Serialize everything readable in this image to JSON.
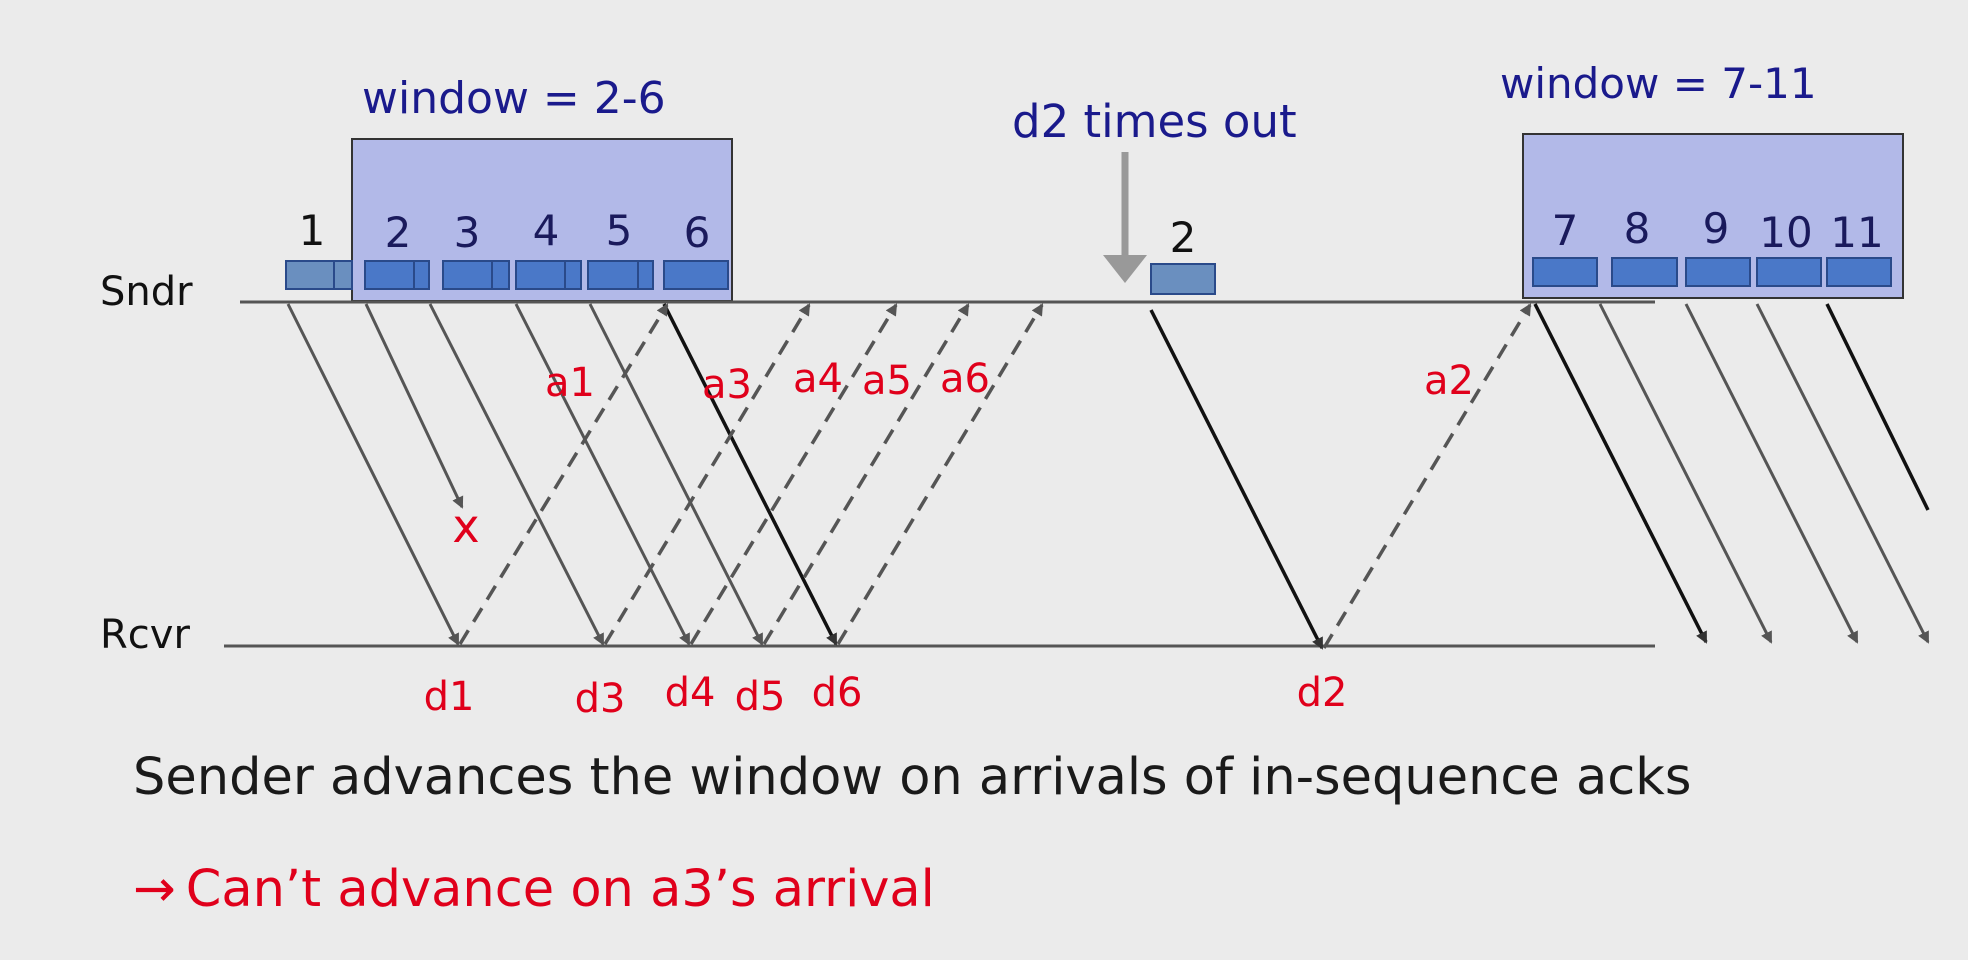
{
  "lanes": {
    "sender": "Sndr",
    "receiver": "Rcvr"
  },
  "windows": [
    {
      "label": "window = 2-6"
    },
    {
      "label": "window = 7-11"
    }
  ],
  "packets_first_window": [
    "1",
    "2",
    "3",
    "4",
    "5",
    "6"
  ],
  "retransmitted_packet": "2",
  "packets_second_window": [
    "7",
    "8",
    "9",
    "10",
    "11"
  ],
  "timeout_label": "d2 times out",
  "loss_marker": "x",
  "data_labels": [
    "d1",
    "d3",
    "d4",
    "d5",
    "d6",
    "d2"
  ],
  "ack_labels": [
    "a1",
    "a3",
    "a4",
    "a5",
    "a6",
    "a2"
  ],
  "caption": "Sender advances the window on arrivals of in-sequence acks",
  "note": {
    "arrow": "→",
    "text": "Can’t advance on a3’s arrival"
  },
  "colors": {
    "window_fill": "#b2b9e8",
    "packet_fill": "#4a78c8",
    "packet_light": "#6a8fbf",
    "label_navy": "#1a1a8c",
    "accent_red": "#e0001b",
    "line_gray": "#555555"
  }
}
